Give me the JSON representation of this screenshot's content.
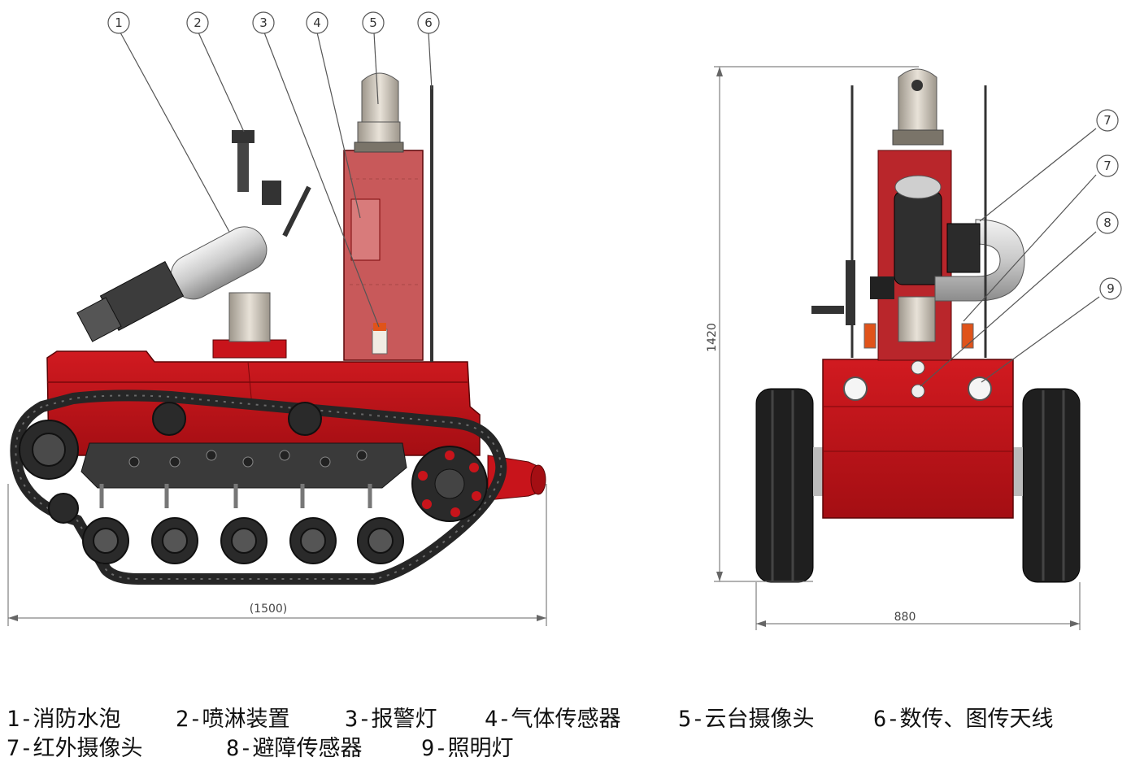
{
  "callouts": [
    "1",
    "2",
    "3",
    "4",
    "5",
    "6",
    "7",
    "7",
    "8",
    "9"
  ],
  "dimensions": {
    "length": "(1500)",
    "height": "1420",
    "width": "880"
  },
  "legend": [
    "1-消防水泡",
    "2-喷淋装置",
    "3-报警灯",
    "4-气体传感器",
    "5-云台摄像头",
    "6-数传、图传天线",
    "7-红外摄像头",
    "8-避障传感器",
    "9-照明灯"
  ],
  "colors": {
    "body_red": "#c8141b",
    "dark_red": "#8e0b10",
    "track": "#2b2b2b",
    "panel": "#c8595a",
    "metal": "#cfc8bd"
  }
}
